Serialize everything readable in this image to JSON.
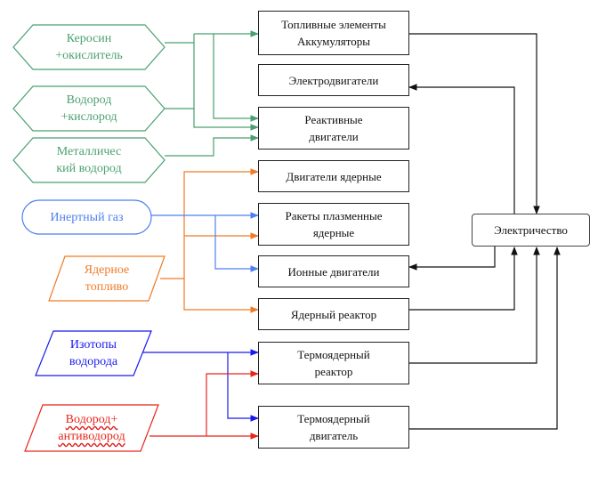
{
  "sources": {
    "kerosene": "Керосин\n+окислитель",
    "hydrogen": "Водород\n+кислород",
    "metallic_hydrogen": "Металличес\nкий водород",
    "inert_gas": "Инертный газ",
    "nuclear_fuel": "Ядерное\nтопливо",
    "hydrogen_isotopes": "Изотопы\nводорода",
    "antihydrogen": "Водород+\nантиводород"
  },
  "targets": {
    "fuel_cells": "Топливные элементы\nАккумуляторы",
    "electric_motors": "Электродвигатели",
    "jet_engines": "Реактивные\nдвигатели",
    "nuclear_engines": "Двигатели ядерные",
    "plasma_rockets": "Ракеты плазменные\nядерные",
    "ion_engines": "Ионные двигатели",
    "nuclear_reactor": "Ядерный реактор",
    "fusion_reactor": "Термоядерный\nреактор",
    "fusion_engine": "Термоядерный\nдвигатель"
  },
  "hub": {
    "electricity": "Электричество"
  },
  "colors": {
    "green": "#4aa070",
    "orange": "#f07a25",
    "blue_light": "#4d7ff0",
    "blue": "#1a1aee",
    "red": "#e8251a",
    "black": "#111111"
  }
}
